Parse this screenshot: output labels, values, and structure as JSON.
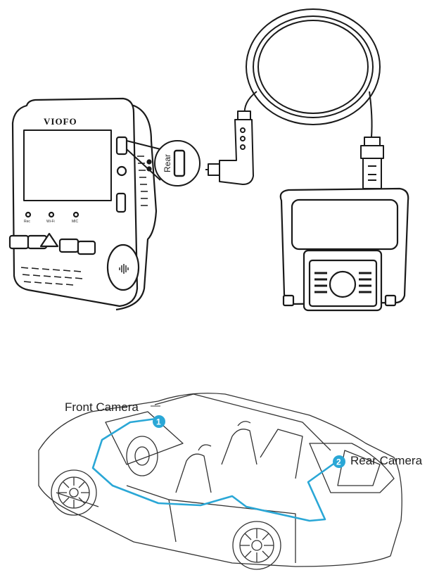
{
  "device": {
    "brand": "VIOFO",
    "led_labels": [
      "Rec",
      "Wi-Fi",
      "MIC"
    ],
    "port_label": "Rear"
  },
  "car": {
    "front_label": "Front Camera",
    "rear_label": "Rear Camera",
    "badge_1": "1",
    "badge_2": "2",
    "route_color": "#2aa7d6"
  }
}
